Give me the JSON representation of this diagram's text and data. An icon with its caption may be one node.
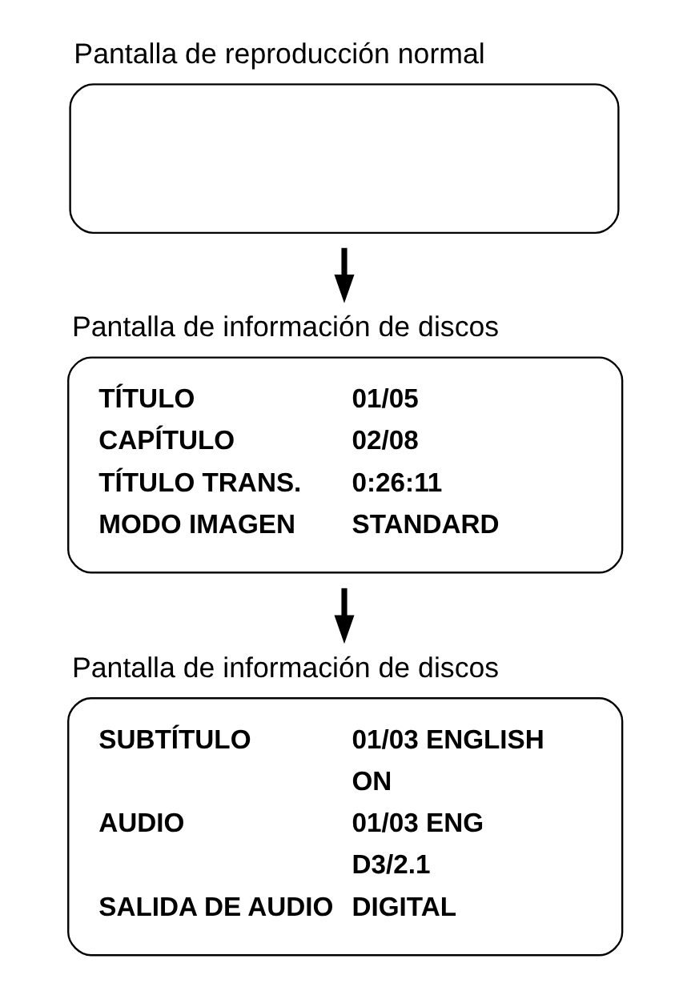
{
  "diagram": {
    "nodes": [
      {
        "text": [
          "Pantalla de reproducción normal"
        ]
      },
      {
        "text": [
          "Pantalla de información de discos",
          "TÍTULO",
          "01/05",
          "CAPÍTULO",
          "02/08",
          "TÍTULO TRANS.",
          "0:26:11",
          "MODO IMAGEN",
          "STANDARD"
        ]
      },
      {
        "text": [
          "Pantalla de información de discos",
          "SUBTÍTULO",
          "01/03 ENGLISH",
          "ON",
          "AUDIO",
          "01/03 ENG",
          "D3/2.1",
          "SALIDA DE AUDIO",
          "DIGITAL"
        ]
      }
    ],
    "edges": [
      {
        "from": 0,
        "to": 1,
        "arrow": "to"
      },
      {
        "from": 1,
        "to": 2,
        "arrow": "to"
      }
    ]
  }
}
